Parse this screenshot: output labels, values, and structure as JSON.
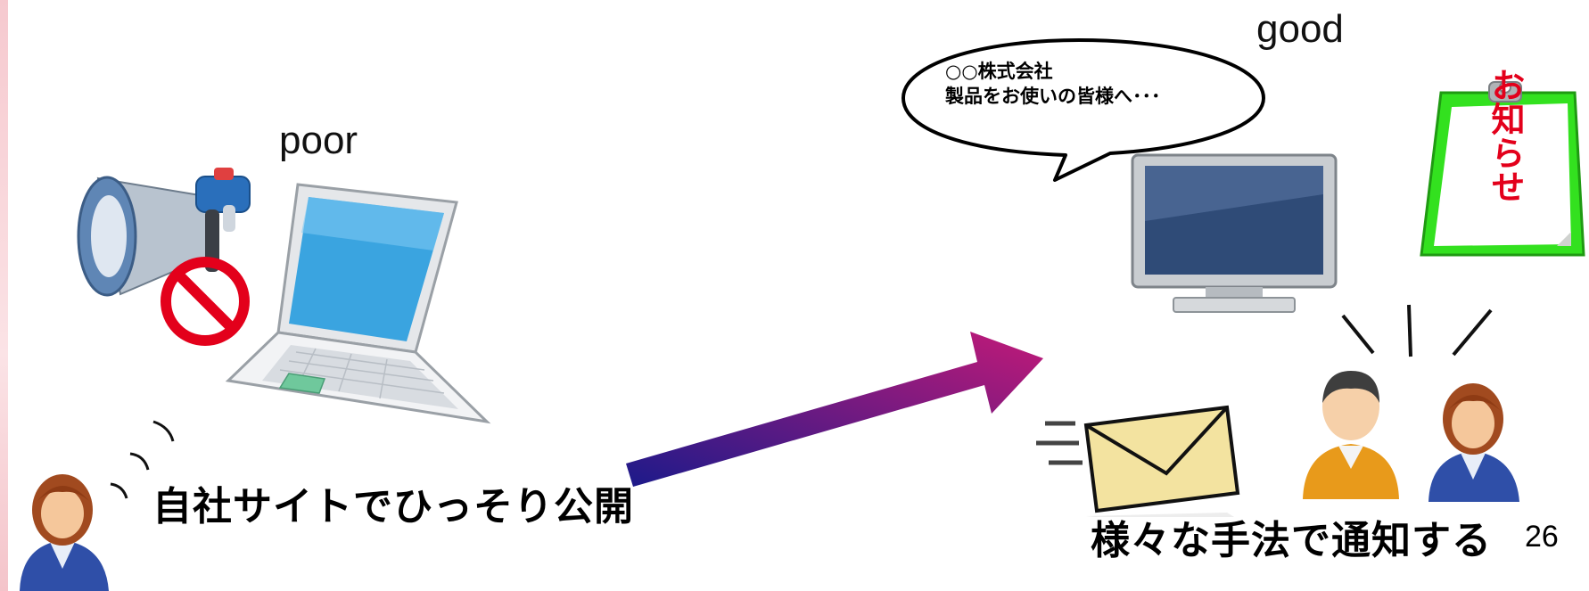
{
  "slide": {
    "label_poor": "poor",
    "label_good": "good",
    "caption_left": "自社サイトでひっそり公開",
    "caption_right": "様々な手法で通知する",
    "page_number": "26"
  },
  "speech_bubble": {
    "line1": "○○株式会社",
    "line2": "製品をお使いの皆様へ･･･"
  },
  "notice_board": {
    "text": "お知らせ"
  },
  "colors": {
    "arrow_start": "#1c1a8a",
    "arrow_end": "#c21a78",
    "prohibit_red": "#e3001b",
    "laptop_screen": "#3aa4e0",
    "notice_green": "#33e11f"
  }
}
